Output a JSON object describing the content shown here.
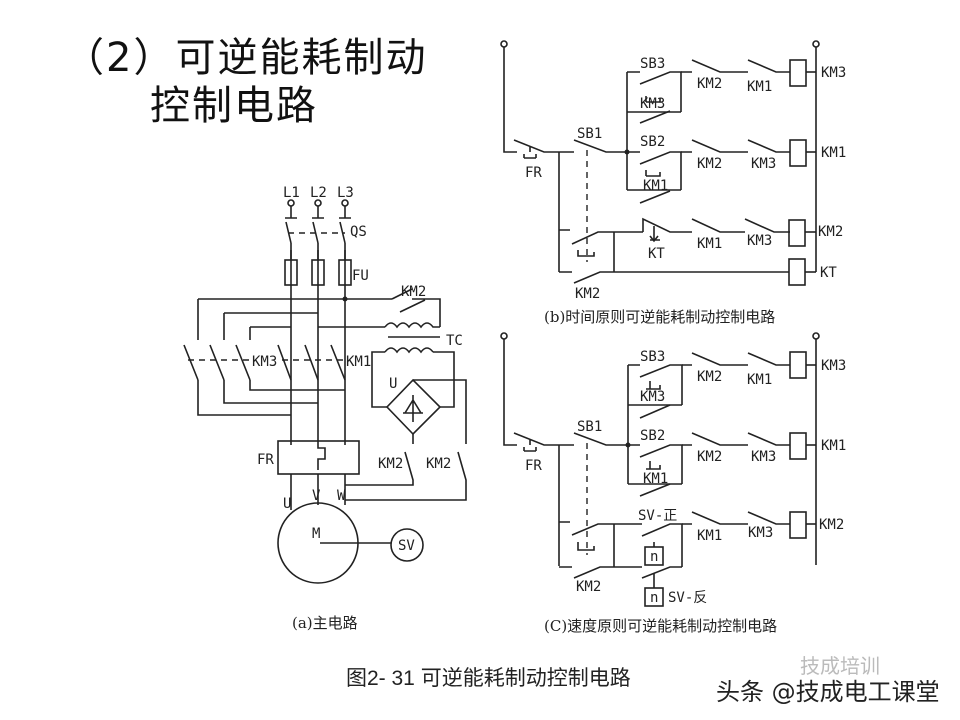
{
  "header": {
    "line1": "（2）可逆能耗制动",
    "line2": "控制电路"
  },
  "main_circuit": {
    "caption": "(a)主电路",
    "labels": {
      "l1": "L1",
      "l2": "L2",
      "l3": "L3",
      "qs": "QS",
      "fu": "FU",
      "km2_top": "KM2",
      "tc": "TC",
      "km3": "KM3",
      "km1": "KM1",
      "u_rect": "U",
      "fr": "FR",
      "km2_a": "KM2",
      "km2_b": "KM2",
      "u": "U",
      "v": "V",
      "w": "W",
      "motor": "M",
      "sv": "SV"
    }
  },
  "time_circuit": {
    "caption": "(b)时间原则可逆能耗制动控制电路",
    "labels": {
      "fr": "FR",
      "sb1": "SB1",
      "sb3": "SB3",
      "km3_hold": "KM3",
      "km2_r1": "KM2",
      "km1_r1": "KM1",
      "coil_r1": "KM3",
      "sb2": "SB2",
      "km1_hold": "KM1",
      "km2_r2": "KM2",
      "km3_r2": "KM3",
      "coil_r2": "KM1",
      "kt": "KT",
      "km1_r3": "KM1",
      "km3_r3": "KM3",
      "coil_r3": "KM2",
      "coil_r4": "KT",
      "km2_bottom": "KM2"
    }
  },
  "speed_circuit": {
    "caption": "(C)速度原则可逆能耗制动控制电路",
    "labels": {
      "fr": "FR",
      "sb1": "SB1",
      "sb3": "SB3",
      "km3_hold": "KM3",
      "km2_r1": "KM2",
      "km1_r1": "KM1",
      "coil_r1": "KM3",
      "sb2": "SB2",
      "km1_hold": "KM1",
      "km2_r2": "KM2",
      "km3_r2": "KM3",
      "coil_r2": "KM1",
      "sv_fwd": "SV-正",
      "n1": "n",
      "km1_r3": "KM1",
      "km3_r3": "KM3",
      "coil_r3": "KM2",
      "km2_bottom": "KM2",
      "n2": "n",
      "sv_rev": "SV-反"
    }
  },
  "figure_caption": "图2- 31  可逆能耗制动控制电路",
  "watermark": {
    "text": "头条 @技成电工课堂",
    "faint": "技成培训"
  }
}
